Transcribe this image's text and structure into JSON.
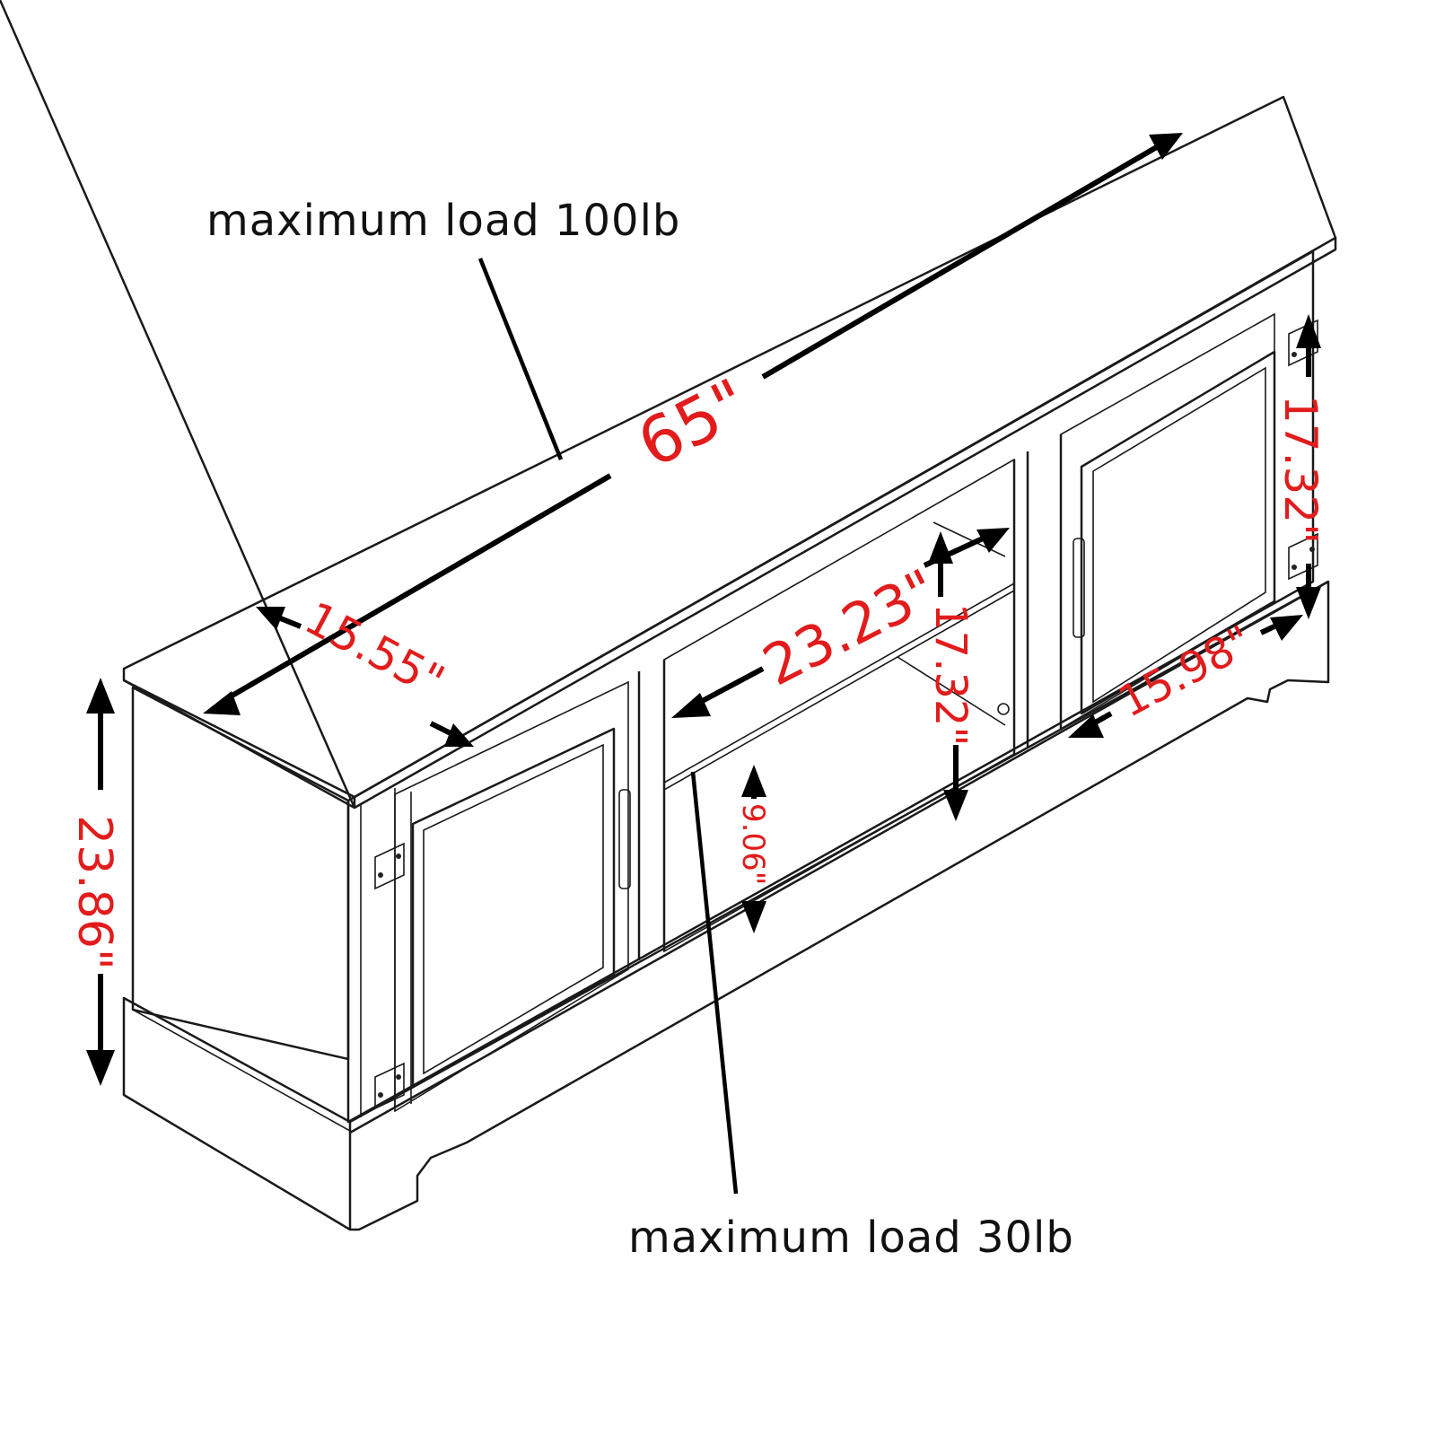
{
  "labels": {
    "max_load_top": "maximum load 100lb",
    "max_load_shelf": "maximum load 30lb"
  },
  "dimensions": {
    "length": "65\"",
    "depth": "15.55\"",
    "height": "23.86\"",
    "shelf_width": "23.23\"",
    "shelf_opening_height": "17.32\"",
    "lower_opening_height": "9.06\"",
    "cabinet_height": "17.32\"",
    "cabinet_width": "15.98\""
  },
  "colors": {
    "dimension_text": "#e21c1c",
    "line": "#1a1a1a"
  }
}
